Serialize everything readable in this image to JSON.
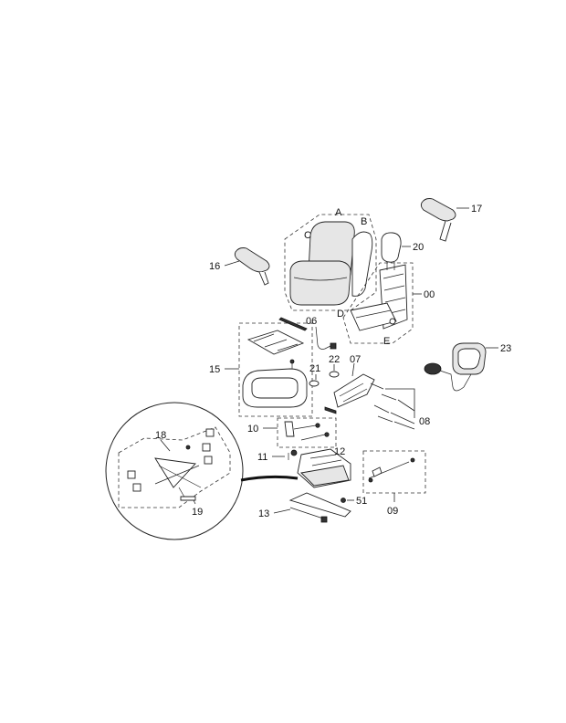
{
  "diagram": {
    "labels": {
      "A": "A",
      "B": "B",
      "C": "C",
      "D": "D",
      "E": "E",
      "p00": "00",
      "p06": "06",
      "p07": "07",
      "p08": "08",
      "p09": "09",
      "p10": "10",
      "p11": "11",
      "p12": "12",
      "p13": "13",
      "p15": "15",
      "p16": "16",
      "p17": "17",
      "p18": "18",
      "p19": "19",
      "p20": "20",
      "p21": "21",
      "p22": "22",
      "p23": "23",
      "p51": "51"
    }
  }
}
